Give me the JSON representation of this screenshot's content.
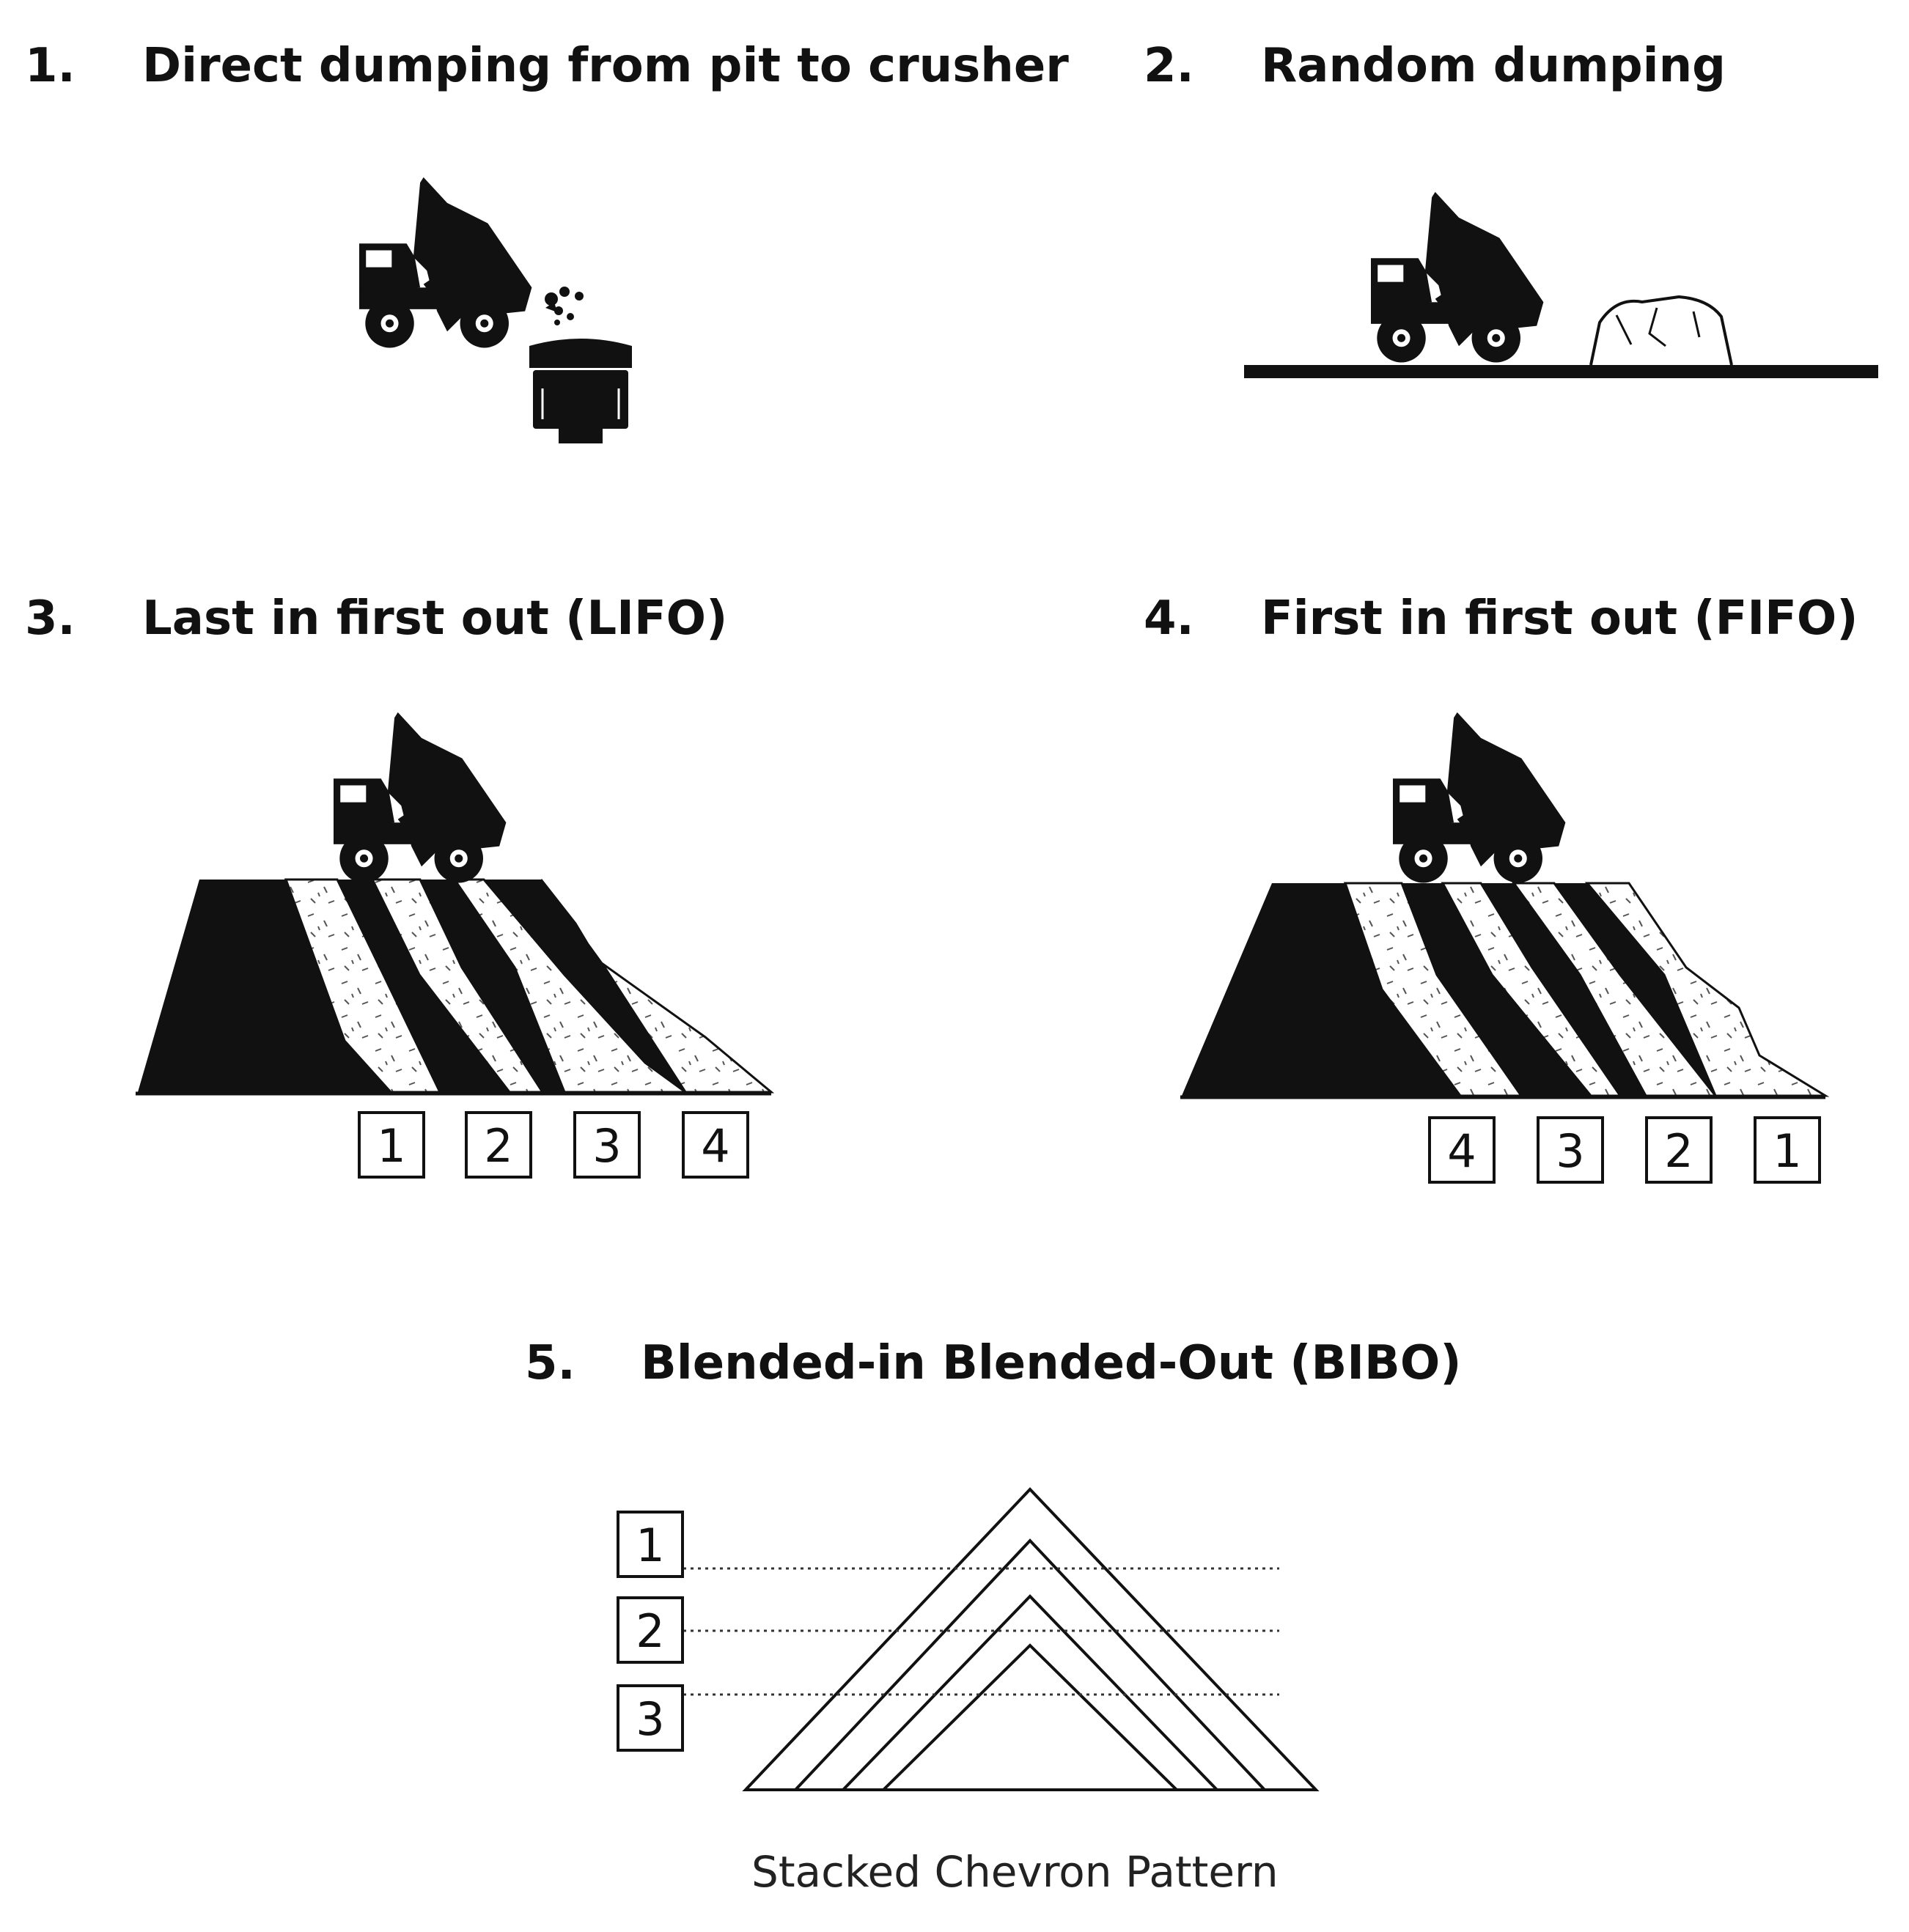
{
  "panels": [
    {
      "number": "1.",
      "title": "Direct dumping from pit to crusher"
    },
    {
      "number": "2.",
      "title": "Random dumping"
    },
    {
      "number": "3.",
      "title": "Last in first out (LIFO)",
      "boxes": [
        "1",
        "2",
        "3",
        "4"
      ]
    },
    {
      "number": "4.",
      "title": "First in first out (FIFO)",
      "boxes": [
        "4",
        "3",
        "2",
        "1"
      ]
    },
    {
      "number": "5.",
      "title": "Blended-in Blended-Out (BIBO)",
      "boxes": [
        "1",
        "2",
        "3"
      ],
      "caption": "Stacked Chevron Pattern"
    }
  ],
  "colors": {
    "ink": "#111111",
    "paper": "#ffffff",
    "speckle": "#555555"
  }
}
